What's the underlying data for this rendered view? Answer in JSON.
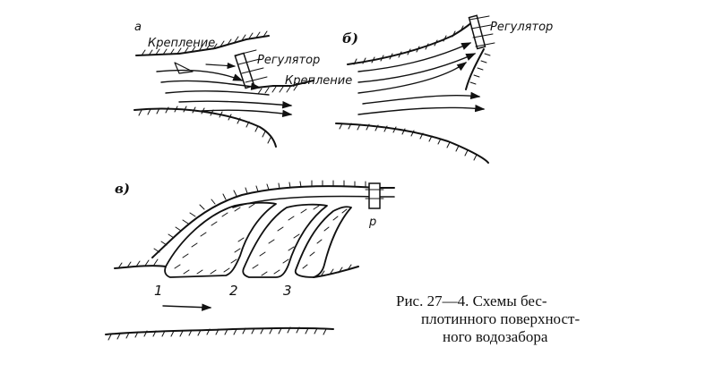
{
  "figure_a": {
    "panel_letter": "a",
    "label_top": "Крепление",
    "label_regulator": "Регулятор",
    "label_bottom": "Крепление"
  },
  "figure_b": {
    "panel_letter": "б)",
    "label_regulator": "Регулятор"
  },
  "figure_v": {
    "panel_letter": "в)",
    "label_p": "р",
    "channel_numbers": [
      "1",
      "2",
      "3"
    ]
  },
  "caption": {
    "line1": "Рис. 27—4. Схемы бес-",
    "line2": "плотинного поверхност-",
    "line3": "ного водозабора"
  }
}
